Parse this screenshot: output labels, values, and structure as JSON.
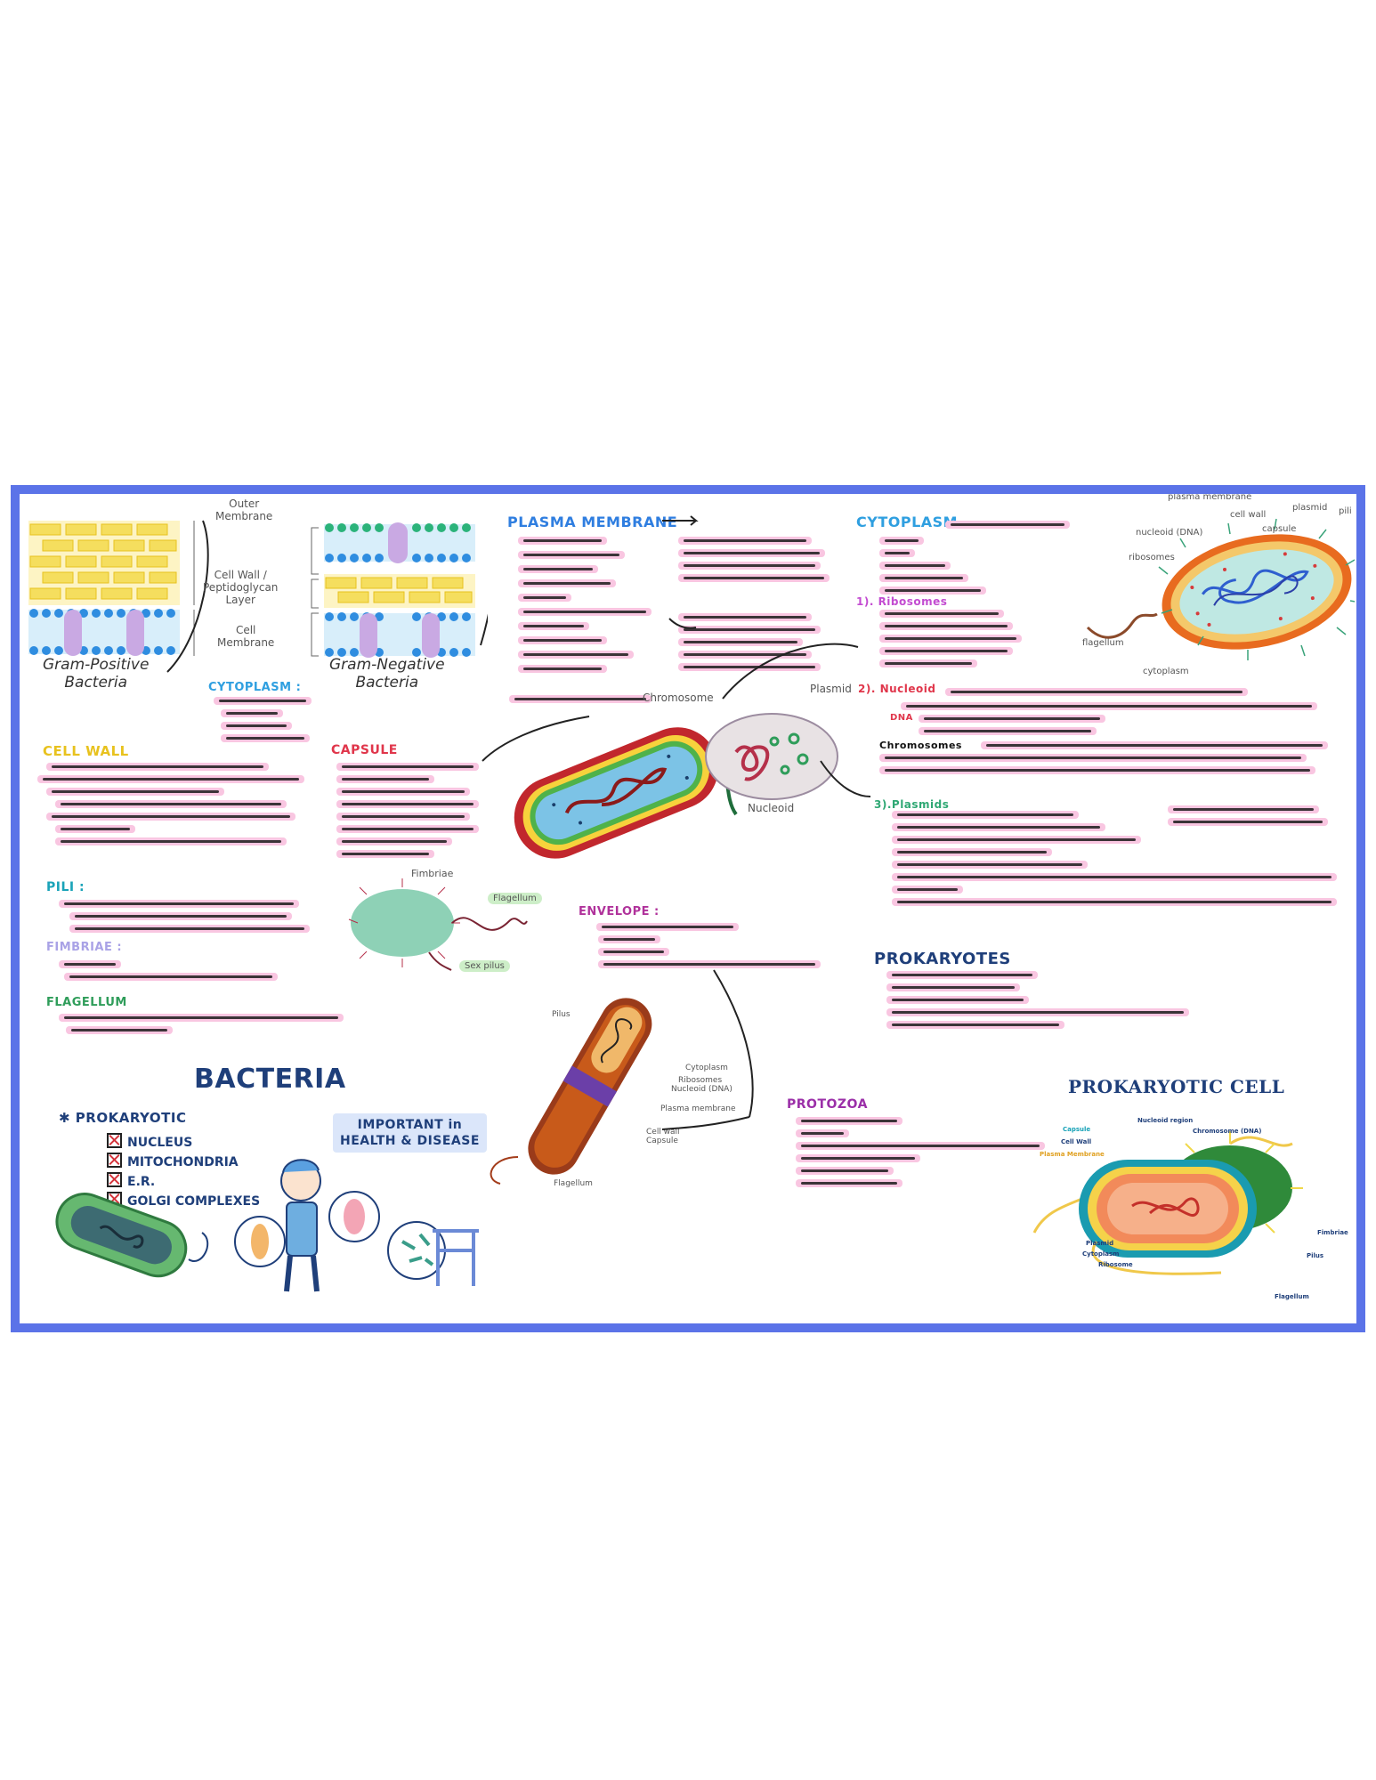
{
  "gram": {
    "outer_membrane": "Outer\nMembrane",
    "cell_wall": "Cell Wall /\nPeptidoglycan\nLayer",
    "cell_membrane": "Cell\nMembrane",
    "positive": "Gram-Positive\nBacteria",
    "negative": "Gram-Negative\nBacteria"
  },
  "headings": {
    "plasma_membrane": "PLASMA MEMBRANE",
    "cytoplasm_top": "CYTOPLASM",
    "ribosomes": "1). Ribosomes",
    "nucleoid": "2). Nucleoid",
    "plasmids": "3).Plasmids",
    "cytoplasm_left": "CYTOPLASM :",
    "cell_wall": "CELL WALL",
    "capsule": "CAPSULE",
    "pili": "PILI :",
    "fimbriae": "FIMBRIAE :",
    "flagellum": "FLAGELLUM",
    "envelope": "ENVELOPE :",
    "prokaryotes": "PROKARYOTES",
    "protozoa": "PROTOZOA",
    "dna": "DNA",
    "chromosomes": "Chromosomes"
  },
  "cell_labels": {
    "plasma_membrane": "plasma membrane",
    "cell_wall": "cell wall",
    "plasmid": "plasmid",
    "pili": "pili",
    "nucleoid": "nucleoid (DNA)",
    "capsule": "capsule",
    "ribosomes": "ribosomes",
    "flagellum": "flagellum",
    "cytoplasm": "cytoplasm"
  },
  "center": {
    "chromosome": "Chromosome",
    "plasmid": "Plasmid",
    "nucleoid": "Nucleoid",
    "fimbriae": "Fimbriae",
    "flagellum": "Flagellum",
    "sex_pilus": "Sex pilus"
  },
  "rod_labels": {
    "pilus": "Pilus",
    "cytoplasm": "Cytoplasm",
    "ribosomes": "Ribosomes",
    "nucleoid": "Nucleoid (DNA)",
    "plasma_membrane": "Plasma membrane",
    "cell_wall": "Cell wall",
    "capsule": "Capsule",
    "flagellum": "Flagellum"
  },
  "bacteria": {
    "title": "BACTERIA",
    "prokaryotic": "✱ PROKARYOTIC",
    "items": [
      "NUCLEUS",
      "MITOCHONDRIA",
      "E.R.",
      "GOLGI COMPLEXES"
    ],
    "important": "IMPORTANT in\nHEALTH & DISEASE"
  },
  "prokaryotic_cell": {
    "title": "PROKARYOTIC CELL",
    "capsule": "Capsule",
    "cell_wall": "Cell Wall",
    "plasma_membrane": "Plasma Membrane",
    "nucleoid_region": "Nucleoid region",
    "chromosome": "Chromosome (DNA)",
    "plasmid": "Plasmid",
    "cytoplasm": "Cytoplasm",
    "ribosome": "Ribosome",
    "fimbriae": "Fimbriae",
    "pilus": "Pilus",
    "flagellum": "Flagellum"
  },
  "colors": {
    "frame": "#5b73e8",
    "blue_heading": "#2f7ee0",
    "yellow": "#e8c21e",
    "red": "#e0364b",
    "magenta": "#b0329b",
    "green": "#2f9d5a",
    "teal": "#1aa3b8",
    "lavender": "#a9a2e6",
    "pink_redaction": "#f9c6e1",
    "navy": "#1f3f7a"
  }
}
